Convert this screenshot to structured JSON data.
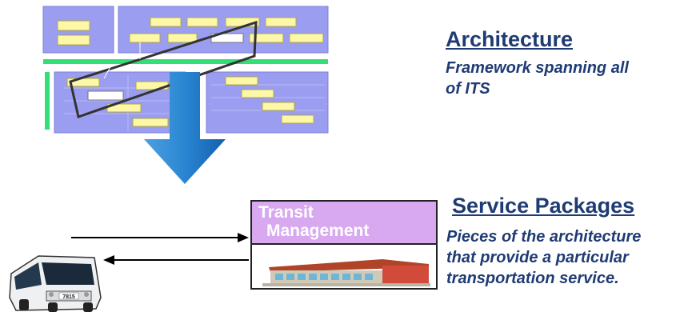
{
  "architecture": {
    "title": "Architecture",
    "description_lines": [
      "Framework spanning all",
      "of ITS"
    ]
  },
  "service_packages": {
    "title": "Service Packages",
    "description_lines": [
      "Pieces of the architecture",
      "that provide a particular",
      "transportation service."
    ]
  },
  "transit_box": {
    "lines": [
      "Transit",
      "Management"
    ]
  },
  "bus": {
    "number": "7815"
  },
  "colors": {
    "heading": "#1f3b73",
    "panel": "#9b9df0",
    "cell": "#fdf7a8",
    "green_bar": "#33dd77",
    "down_arrow": "#1d78c8",
    "transit_header": "#d8a8f0"
  }
}
